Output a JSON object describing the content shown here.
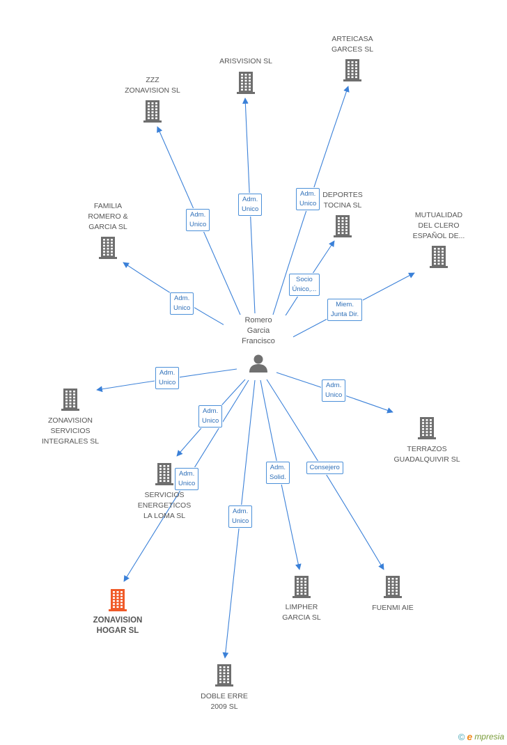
{
  "colors": {
    "edge": "#3a80d8",
    "building": "#6e6e6e",
    "highlight": "#f05a28",
    "person": "#707070"
  },
  "center_person": {
    "name": "Romero\nGarcia\nFrancisco",
    "icon": "person-icon"
  },
  "companies": [
    {
      "id": "arteicasa",
      "name": "ARTEICASA\nGARCES SL",
      "icon": "building-icon"
    },
    {
      "id": "arisvision",
      "name": "ARISVISION SL",
      "icon": "building-icon"
    },
    {
      "id": "zzz",
      "name": "ZZZ\nZONAVISION SL",
      "icon": "building-icon"
    },
    {
      "id": "deportes",
      "name": "DEPORTES\nTOCINA SL",
      "icon": "building-icon"
    },
    {
      "id": "mutualidad",
      "name": "MUTUALIDAD\nDEL CLERO\nESPAÑOL DE...",
      "icon": "building-icon"
    },
    {
      "id": "familia",
      "name": "FAMILIA\nROMERO &\nGARCIA SL",
      "icon": "building-icon"
    },
    {
      "id": "zonavision_servicios",
      "name": "ZONAVISION\nSERVICIOS\nINTEGRALES SL",
      "icon": "building-icon"
    },
    {
      "id": "terrazos",
      "name": "TERRAZOS\nGUADALQUIVIR SL",
      "icon": "building-icon"
    },
    {
      "id": "servicios_energeticos",
      "name": "SERVICIOS\nENERGETICOS\nLA LOMA SL",
      "icon": "building-icon"
    },
    {
      "id": "zonavision_hogar",
      "name": "ZONAVISION\nHOGAR SL",
      "icon": "building-icon",
      "highlight": true
    },
    {
      "id": "limpher",
      "name": "LIMPHER\nGARCIA SL",
      "icon": "building-icon"
    },
    {
      "id": "fuenmi",
      "name": "FUENMI AIE",
      "icon": "building-icon"
    },
    {
      "id": "doble_erre",
      "name": "DOBLE ERRE\n2009 SL",
      "icon": "building-icon"
    }
  ],
  "relations": [
    {
      "target": "arteicasa",
      "role": "Adm.\nUnico"
    },
    {
      "target": "arisvision",
      "role": "Adm.\nUnico"
    },
    {
      "target": "zzz",
      "role": "Adm.\nUnico"
    },
    {
      "target": "deportes",
      "role": "Socio\nÚnico,..."
    },
    {
      "target": "mutualidad",
      "role": "Miem.\nJunta Dir."
    },
    {
      "target": "familia",
      "role": "Adm.\nUnico"
    },
    {
      "target": "zonavision_servicios",
      "role": "Adm.\nUnico"
    },
    {
      "target": "terrazos",
      "role": "Adm.\nUnico"
    },
    {
      "target": "servicios_energeticos",
      "role": "Adm.\nUnico"
    },
    {
      "target": "zonavision_hogar",
      "role": "Adm.\nUnico"
    },
    {
      "target": "limpher",
      "role": "Adm.\nSolid."
    },
    {
      "target": "fuenmi",
      "role": "Consejero"
    },
    {
      "target": "doble_erre",
      "role": "Adm.\nUnico"
    }
  ],
  "footer": {
    "copyright": "©",
    "brand_initial": "e",
    "brand_rest": "mpresia"
  }
}
